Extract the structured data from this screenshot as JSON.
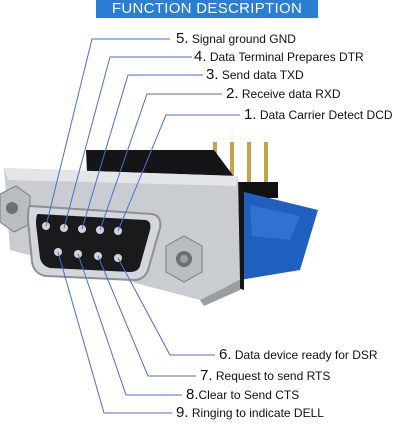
{
  "header": {
    "title": "FUNCTION DESCRIPTION"
  },
  "colors": {
    "banner": "#2a7fd4",
    "leader": "#4a6fd0",
    "board": "#1f5fbf",
    "metal": "#c9ccd0",
    "plastic": "#151518"
  },
  "pins_top": [
    {
      "num": "5.",
      "text": "Signal ground GND"
    },
    {
      "num": "4.",
      "text": "Data Terminal Prepares DTR"
    },
    {
      "num": "3.",
      "text": "Send data TXD"
    },
    {
      "num": "2.",
      "text": "Receive data RXD"
    },
    {
      "num": "1.",
      "text": "Data Carrier Detect DCD"
    }
  ],
  "pins_bottom": [
    {
      "num": "6.",
      "text": "Data device ready for DSR"
    },
    {
      "num": "7.",
      "text": "Request to send RTS"
    },
    {
      "num": "8.",
      "text": "Clear to Send CTS"
    },
    {
      "num": "9.",
      "text": "Ringing to indicate DELL"
    }
  ]
}
